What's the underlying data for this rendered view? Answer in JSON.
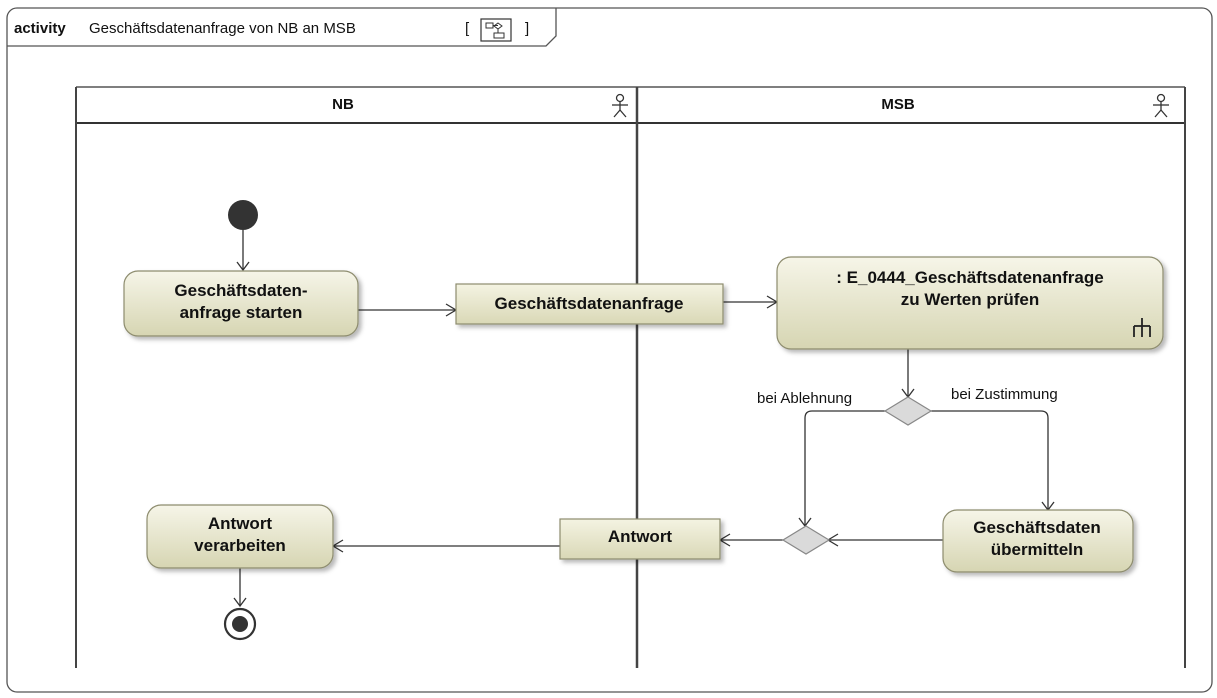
{
  "frame": {
    "keyword": "activity",
    "name": "Geschäftsdatenanfrage von NB an MSB",
    "bracket_open": "[",
    "bracket_close": "]",
    "diagram_icon": "activity-diagram-icon"
  },
  "swimlanes": [
    {
      "name": "NB",
      "icon": "actor-icon"
    },
    {
      "name": "MSB",
      "icon": "actor-icon"
    }
  ],
  "actions": {
    "start_request": [
      "Geschäftsdaten-",
      "anfrage starten"
    ],
    "check_request": [
      ": E_0444_Geschäftsdatenanfrage",
      "zu Werten prüfen"
    ],
    "check_request_icon": "call-behavior-icon",
    "transmit_data": [
      "Geschäftsdaten",
      "übermitteln"
    ],
    "process_answer": [
      "Antwort",
      "verarbeiten"
    ]
  },
  "objects": {
    "request": "Geschäftsdatenanfrage",
    "answer": "Antwort"
  },
  "guards": {
    "reject": "bei Ablehnung",
    "accept": "bei Zustimmung"
  },
  "colors": {
    "node_fill_top": "#f3f2e3",
    "node_fill_bottom": "#d9d8b8",
    "node_stroke": "#8d8c6e",
    "decision_fill": "#dadada",
    "initial_node": "#333333",
    "lines": "#333333"
  }
}
